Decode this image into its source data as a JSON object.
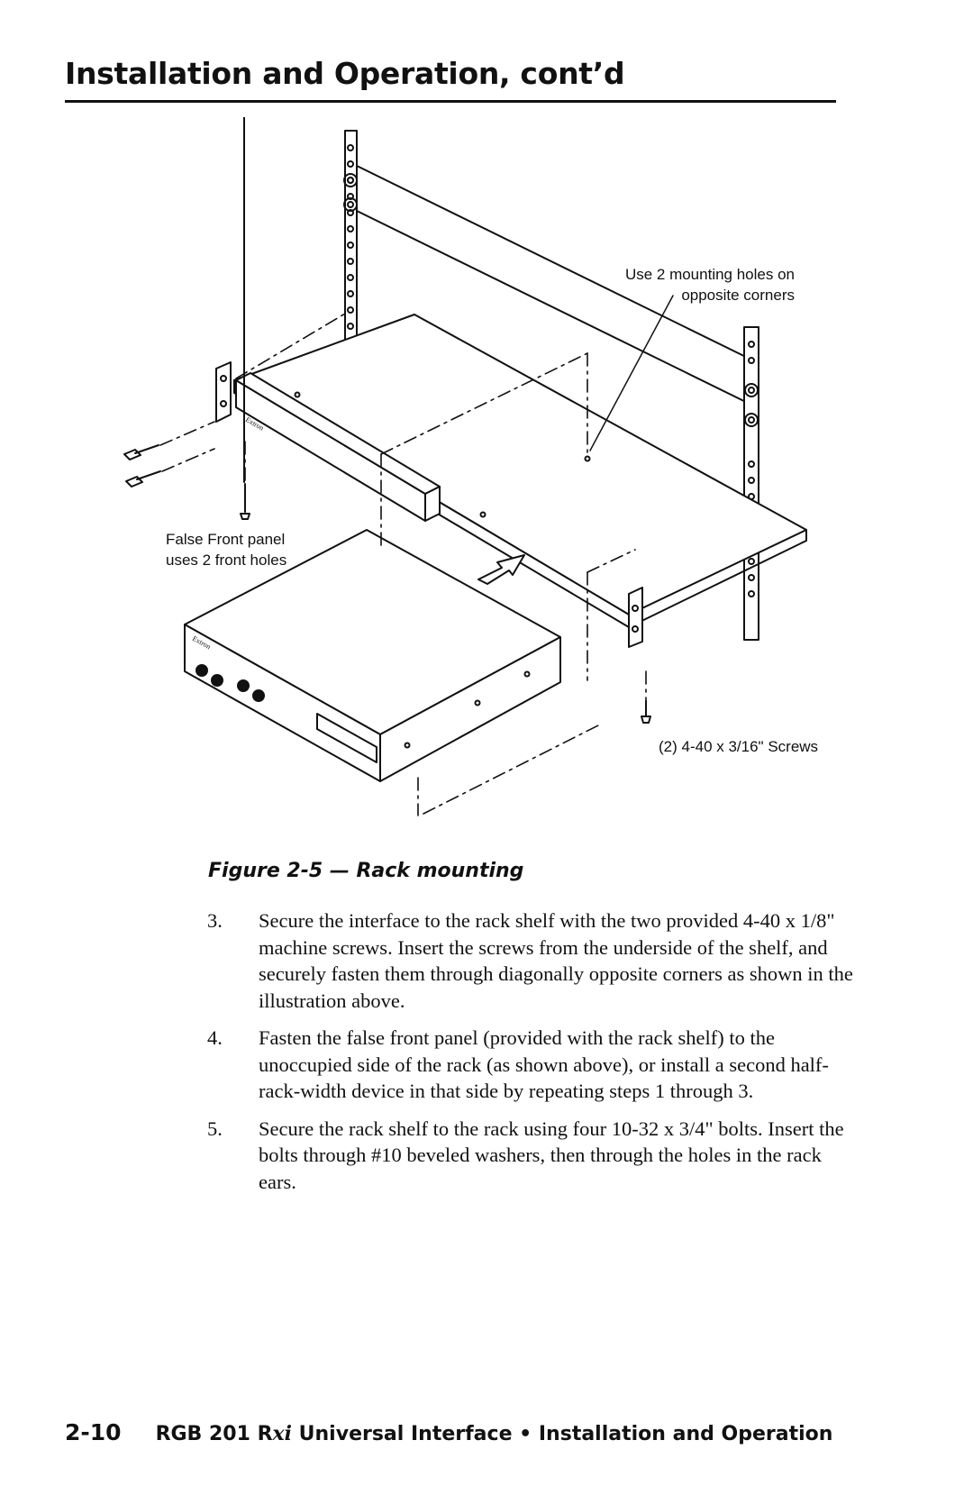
{
  "header": {
    "title": "Installation and Operation, cont’d"
  },
  "figure": {
    "callouts": {
      "mounting_holes_line1": "Use 2 mounting holes on",
      "mounting_holes_line2": "opposite corners",
      "false_front_line1": "False Front panel",
      "false_front_line2": "uses 2 front holes",
      "screws": "(2) 4-40 x 3/16\" Screws",
      "brand_mark": "Extron"
    },
    "caption": "Figure 2-5 — Rack mounting"
  },
  "steps": [
    {
      "number": "3.",
      "text": "Secure the interface to the rack shelf with the two provided 4-40 x 1/8\" machine screws.  Insert the screws from the underside of the shelf, and securely fasten them through diagonally opposite corners as shown in the illustration above."
    },
    {
      "number": "4.",
      "text": "Fasten the false front panel (provided with the rack shelf) to the unoccupied side of the rack (as shown above), or install a second half-rack-width device in that side by repeating steps 1 through 3."
    },
    {
      "number": "5.",
      "text": "Secure the rack shelf to the rack using four 10-32 x 3/4\" bolts.  Insert the bolts through #10 beveled washers, then through the holes in the rack ears."
    }
  ],
  "footer": {
    "page_number": "2-10",
    "product_prefix": "RGB 201 R",
    "product_logo": "xi",
    "product_suffix": " Universal Interface • Installation and Operation"
  }
}
